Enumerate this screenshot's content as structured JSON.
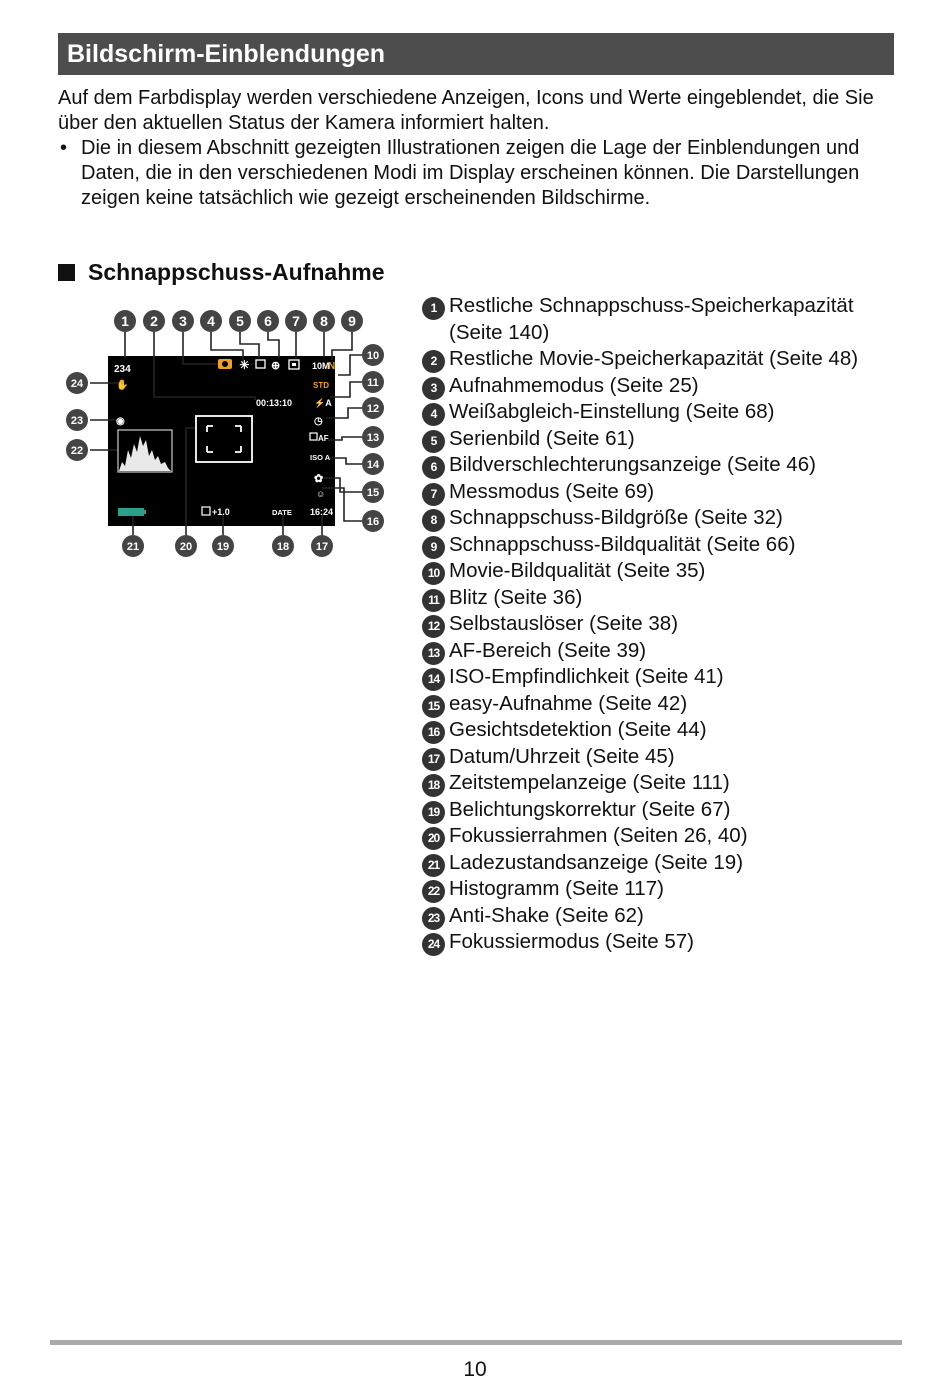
{
  "section_title": "Bildschirm-Einblendungen",
  "intro_text": "Auf dem Farbdisplay werden verschiedene Anzeigen, Icons und Werte eingeblendet, die Sie über den aktuellen Status der Kamera informiert halten.",
  "bullet_mark": "•",
  "bullet_text": "Die in diesem Abschnitt gezeigten Illustrationen zeigen die Lage der Einblendungen und Daten, die in den verschiedenen Modi im Display erscheinen können. Die Darstellungen zeigen keine tatsächlich wie gezeigt erscheinenden Bildschirme.",
  "subsection_title": "Schnappschuss-Aufnahme",
  "screen": {
    "shots_remaining": "234",
    "movie_time": "00:13:10",
    "image_size": "10M",
    "image_quality": "N",
    "movie_quality": "STD",
    "flash": "⚡A",
    "iso": "ISO A",
    "ev": "+1.0",
    "date_stamp": "DATE",
    "time": "16:24",
    "af_area": "AF"
  },
  "legend": [
    {
      "num": "1",
      "text": "Restliche Schnappschuss-Speicherkapazität"
    },
    {
      "num": "",
      "text": "(Seite 140)"
    },
    {
      "num": "2",
      "text": "Restliche Movie-Speicherkapazität (Seite 48)"
    },
    {
      "num": "3",
      "text": "Aufnahmemodus (Seite 25)"
    },
    {
      "num": "4",
      "text": "Weißabgleich-Einstellung (Seite 68)"
    },
    {
      "num": "5",
      "text": "Serienbild (Seite 61)"
    },
    {
      "num": "6",
      "text": "Bildverschlechterungsanzeige (Seite 46)"
    },
    {
      "num": "7",
      "text": "Messmodus (Seite 69)"
    },
    {
      "num": "8",
      "text": "Schnappschuss-Bildgröße (Seite 32)"
    },
    {
      "num": "9",
      "text": "Schnappschuss-Bildqualität (Seite 66)"
    },
    {
      "num": "10",
      "text": "Movie-Bildqualität (Seite 35)"
    },
    {
      "num": "11",
      "text": "Blitz (Seite 36)"
    },
    {
      "num": "12",
      "text": "Selbstauslöser (Seite 38)"
    },
    {
      "num": "13",
      "text": "AF-Bereich (Seite 39)"
    },
    {
      "num": "14",
      "text": "ISO-Empfindlichkeit (Seite 41)"
    },
    {
      "num": "15",
      "text": "easy-Aufnahme (Seite 42)"
    },
    {
      "num": "16",
      "text": "Gesichtsdetektion (Seite 44)"
    },
    {
      "num": "17",
      "text": "Datum/Uhrzeit (Seite 45)"
    },
    {
      "num": "18",
      "text": "Zeitstempelanzeige (Seite 111)"
    },
    {
      "num": "19",
      "text": "Belichtungskorrektur (Seite 67)"
    },
    {
      "num": "20",
      "text": "Fokussierrahmen (Seiten 26, 40)"
    },
    {
      "num": "21",
      "text": "Ladezustandsanzeige (Seite 19)"
    },
    {
      "num": "22",
      "text": "Histogramm (Seite 117)"
    },
    {
      "num": "23",
      "text": "Anti-Shake (Seite 62)"
    },
    {
      "num": "24",
      "text": "Fokussiermodus (Seite 57)"
    }
  ],
  "page_number": "10",
  "colors": {
    "section_bar": "#4d4d4d",
    "screen_bg": "#000000",
    "osd_accent": "#f0a020",
    "battery": "#2aa08a"
  }
}
